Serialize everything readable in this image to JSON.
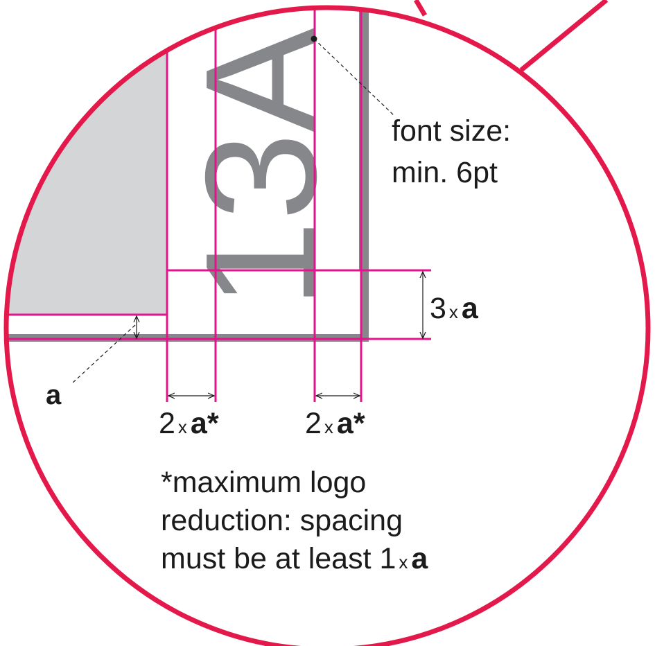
{
  "colors": {
    "circle": "#e3194b",
    "guide": "#e5138b",
    "logo_gray": "#86878a",
    "panel_gray": "#d4d5d7",
    "text": "#1b1b1b"
  },
  "logo": {
    "text": "13A"
  },
  "font_note": {
    "line1": "font size:",
    "line2": "min. 6pt"
  },
  "height_label": {
    "factor": "3",
    "times": "x",
    "unit": "a"
  },
  "margin_label": {
    "unit": "a"
  },
  "spacing_labels": [
    {
      "factor": "2",
      "times": "x",
      "unit": "a*"
    },
    {
      "factor": "2",
      "times": "x",
      "unit": "a*"
    }
  ],
  "footnote": {
    "line1": "*maximum logo",
    "line2": "reduction: spacing",
    "line3_text": "must be at least 1",
    "line3_times": "x",
    "line3_unit": "a"
  }
}
